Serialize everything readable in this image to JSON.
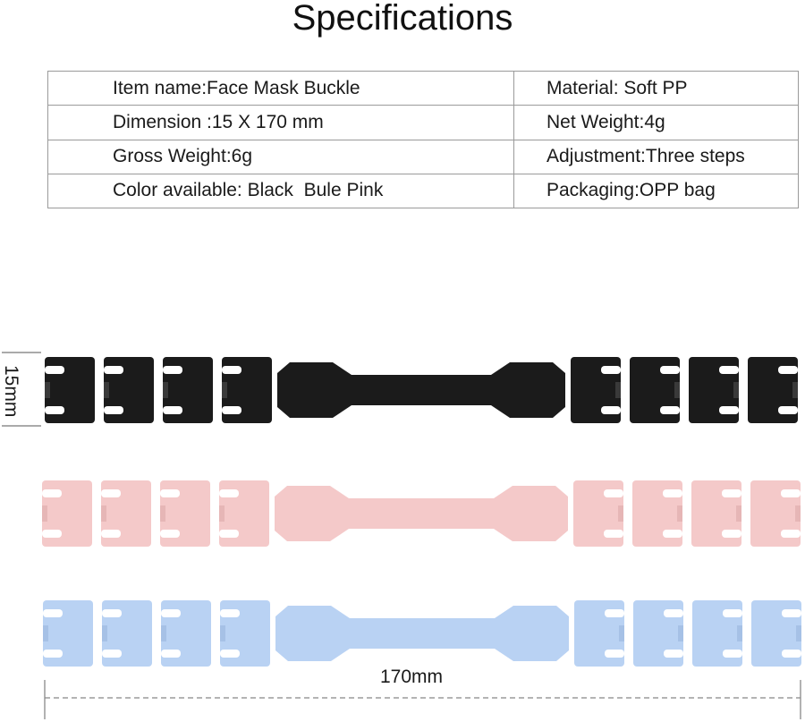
{
  "title": "Specifications",
  "specs": [
    [
      "Item name:Face Mask Buckle",
      "Material: Soft PP"
    ],
    [
      "Dimension :15 X 170 mm",
      "Net Weight:4g"
    ],
    [
      "Gross Weight:6g",
      "Adjustment:Three steps"
    ],
    [
      "Color available: Black  Bule Pink",
      "Packaging:OPP bag"
    ]
  ],
  "straps": [
    {
      "name": "black",
      "color": "#1b1b1b",
      "shade": "#3a3a3a"
    },
    {
      "name": "pink",
      "color": "#f4c9c9",
      "shade": "#e6b6b6"
    },
    {
      "name": "blue",
      "color": "#b9d2f3",
      "shade": "#a6c1e6"
    }
  ],
  "dimensions": {
    "height_label": "15mm",
    "width_label": "170mm"
  }
}
